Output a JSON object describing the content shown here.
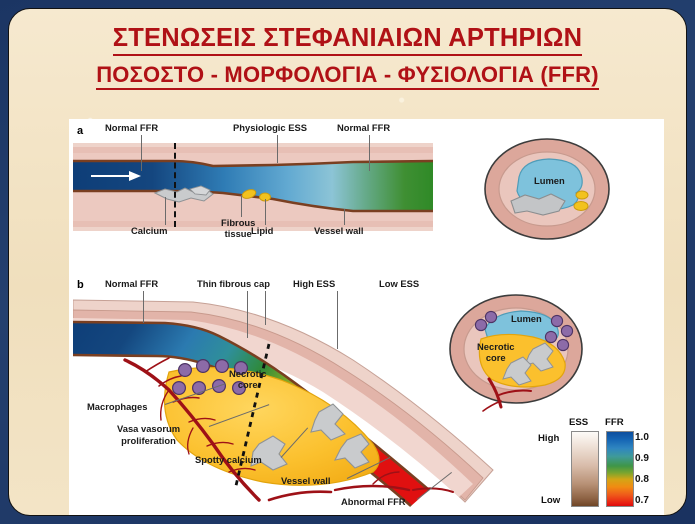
{
  "slide": {
    "title_line1": "ΣΤΕΝΩΣΕΙΣ ΣΤΕΦΑΝΙΑΙΩΝ ΑΡΤΗΡΙΩΝ",
    "title_line2": "ΠΟΣΟΣΤΟ - ΜΟΡΦΟΛΟΓΙΑ - ΦΥΣΙΟΛΟΓΙΑ (FFR)",
    "title_color": "#b01116",
    "border_color": "#1f3864",
    "background_color": "#f3e4c6"
  },
  "figure": {
    "panel_a": {
      "letter": "a",
      "labels": {
        "normal_ffr_left": "Normal FFR",
        "physiologic_ess": "Physiologic ESS",
        "normal_ffr_right": "Normal FFR",
        "calcium": "Calcium",
        "fibrous_tissue": "Fibrous\ntissue",
        "fibrous_tissue_l1": "Fibrous",
        "fibrous_tissue_l2": "tissue",
        "lipid": "Lipid",
        "vessel_wall": "Vessel wall",
        "lumen": "Lumen"
      }
    },
    "panel_b": {
      "letter": "b",
      "labels": {
        "normal_ffr": "Normal FFR",
        "thin_fibrous_cap": "Thin fibrous cap",
        "high_ess": "High ESS",
        "low_ess": "Low ESS",
        "necrotic_core_l1": "Necrotic",
        "necrotic_core_l2": "core",
        "macrophages": "Macrophages",
        "vasa_vasorum_l1": "Vasa vasorum",
        "vasa_vasorum_l2": "proliferation",
        "spotty_calcium": "Spotty calcium",
        "vessel_wall": "Vessel wall",
        "abnormal_ffr": "Abnormal FFR",
        "lumen": "Lumen",
        "necrotic_core_cs_l1": "Necrotic",
        "necrotic_core_cs_l2": "core"
      }
    },
    "legend": {
      "ess_title": "ESS",
      "ffr_title": "FFR",
      "ess_high": "High",
      "ess_low": "Low",
      "ffr_ticks": [
        "1.0",
        "0.9",
        "0.8",
        "0.7"
      ],
      "ess_gradient_top": "#fdfbf8",
      "ess_gradient_bottom": "#6f4526",
      "ffr_gradient_top": "#0d4f9e",
      "ffr_gradient_bottom": "#dc0a0a"
    }
  }
}
